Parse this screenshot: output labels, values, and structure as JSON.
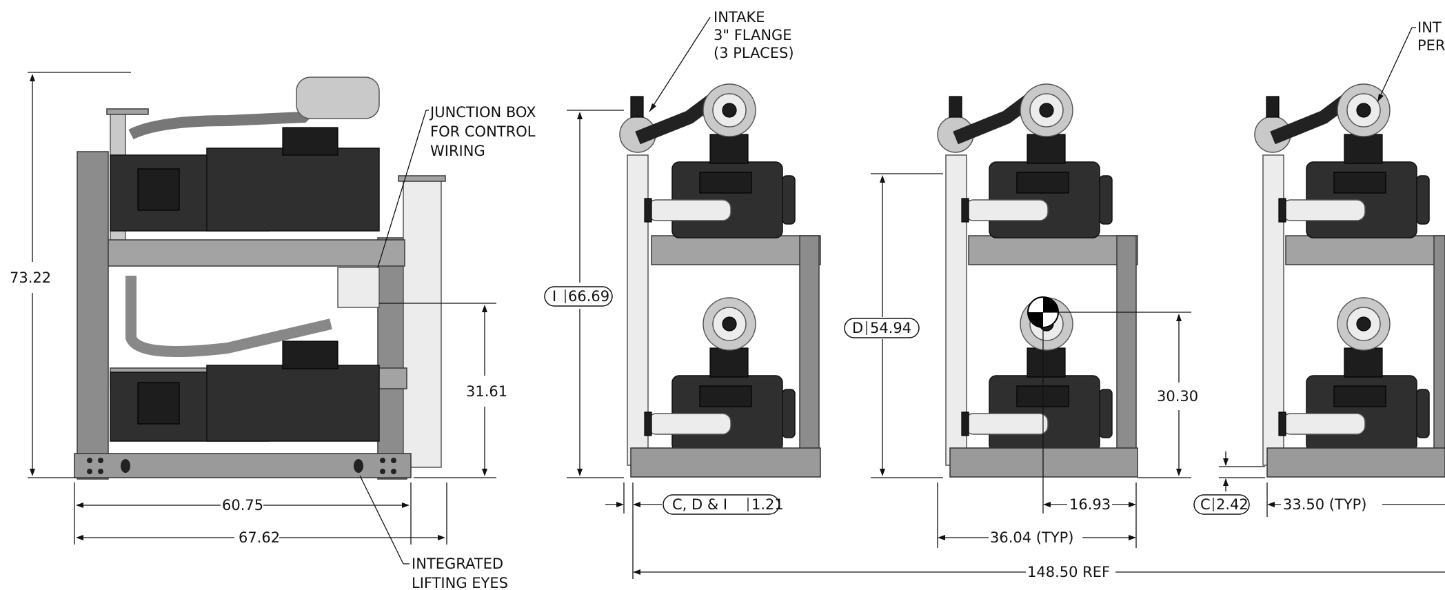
{
  "notes": {
    "intake_line1": "INTAKE",
    "intake_line2": "3\" FLANGE",
    "intake_line3": "(3 PLACES)",
    "junction_line1": "JUNCTION BOX",
    "junction_line2": "FOR CONTROL",
    "junction_line3": "WIRING",
    "lifting_line1": "INTEGRATED",
    "lifting_line2": "LIFTING EYES",
    "int_partial_line1": "INT",
    "int_partial_line2": "PER"
  },
  "dimensions": {
    "height_total": "73.22",
    "width_inner": "60.75",
    "width_outer": "67.62",
    "junction_height": "31.61",
    "inlet_i_tag": "I",
    "inlet_i_value": "66.69",
    "inlet_d_tag": "D",
    "inlet_d_value": "54.94",
    "cdi_tag": "C, D & I",
    "cdi_value": "1.21",
    "center_height": "30.30",
    "center_offset": "16.93",
    "spacing_typ": "36.04 (TYP)",
    "c_tag": "C",
    "c_value": "2.42",
    "spacing_typ2": "33.50 (TYP)",
    "overall_ref": "148.50 REF"
  }
}
